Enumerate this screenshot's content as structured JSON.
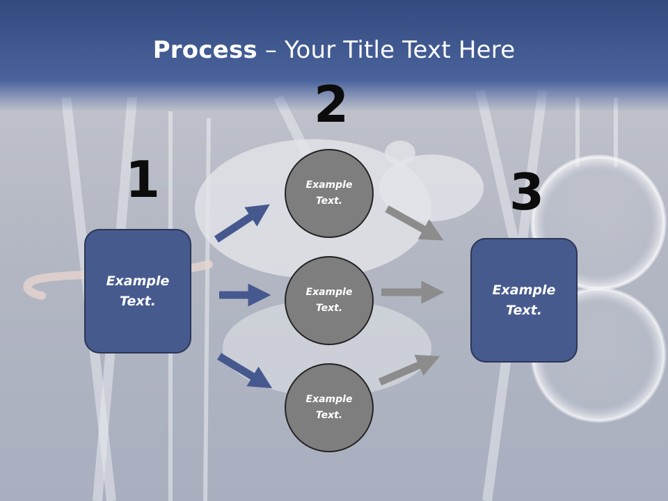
{
  "title": {
    "bold": "Process",
    "rest": " – Your Title Text Here"
  },
  "steps": {
    "n1": "1",
    "n2": "2",
    "n3": "3"
  },
  "boxes": {
    "left_line1": "Example",
    "left_line2": "Text.",
    "right_line1": "Example",
    "right_line2": "Text."
  },
  "circles": [
    {
      "line1": "Example",
      "line2": "Text."
    },
    {
      "line1": "Example",
      "line2": "Text."
    },
    {
      "line1": "Example",
      "line2": "Text."
    }
  ],
  "colors": {
    "header": "#3f5a92",
    "box_fill": "#465a8e",
    "circle_fill": "#7e7e7e",
    "arrow_blue": "#46598f",
    "arrow_gray": "#8c8c8c"
  }
}
